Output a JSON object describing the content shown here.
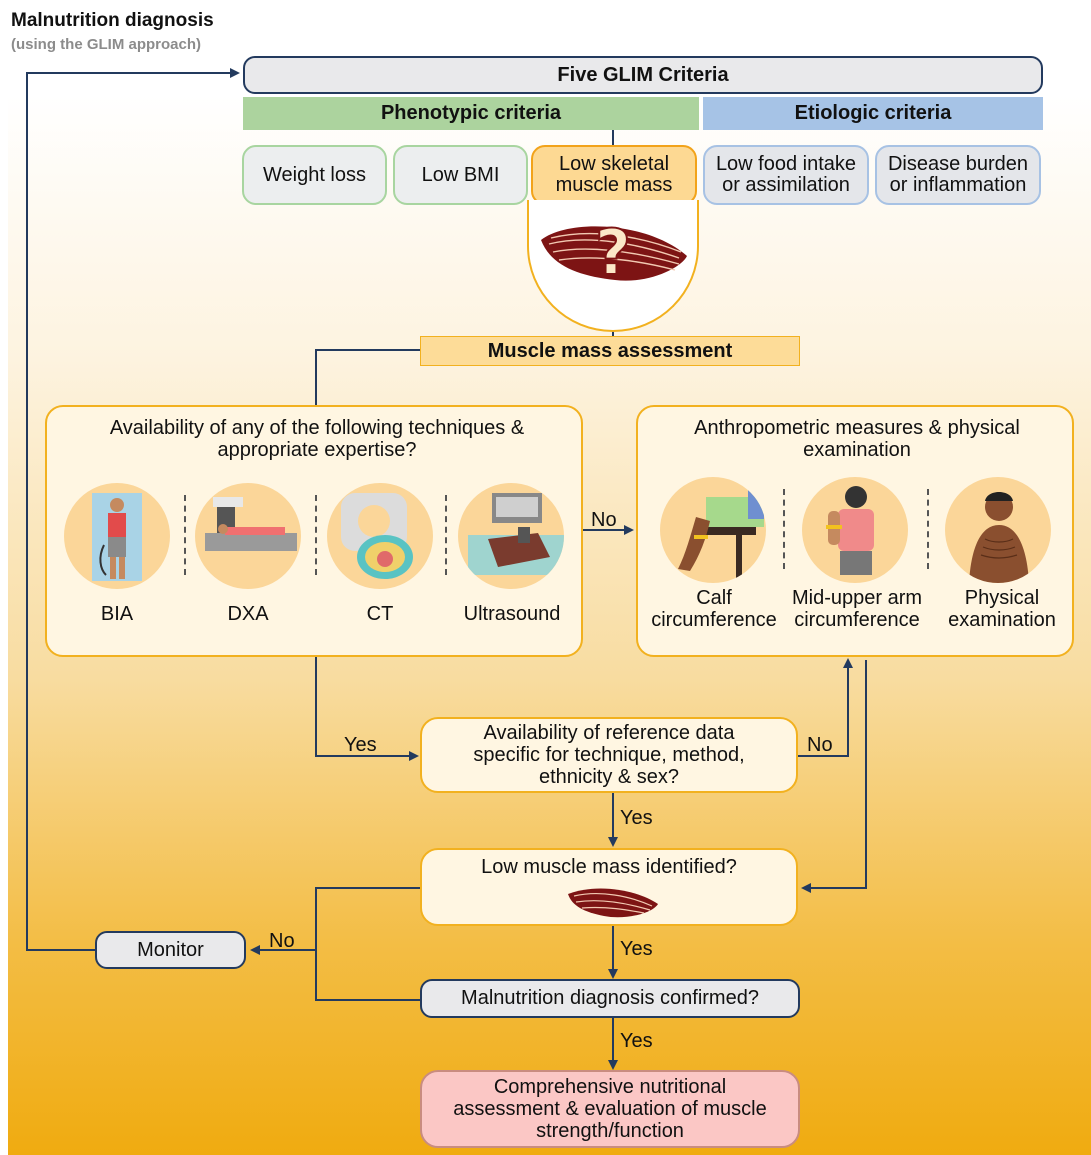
{
  "title": "Malnutrition diagnosis",
  "subtitle": "(using the GLIM approach)",
  "header": "Five GLIM Criteria",
  "phenotypic_label": "Phenotypic criteria",
  "etiologic_label": "Etiologic criteria",
  "criteria": {
    "weight_loss": "Weight loss",
    "low_bmi": "Low BMI",
    "low_skeletal_muscle_mass": "Low skeletal muscle mass",
    "low_food_intake": "Low food intake or assimilation",
    "disease_burden": "Disease burden or inflammation"
  },
  "muscle_mass_assessment": "Muscle mass assessment",
  "techniques_question": "Availability of any of the following techniques & appropriate expertise?",
  "techniques": [
    "BIA",
    "DXA",
    "CT",
    "Ultrasound"
  ],
  "anthropometric_title": "Anthropometric measures & physical examination",
  "anthropometric": [
    "Calf circumference",
    "Mid-upper arm circumference",
    "Physical examination"
  ],
  "reference_question": "Availability of reference data specific for technique, method, ethnicity & sex?",
  "low_muscle_question": "Low muscle mass identified?",
  "diagnosis_question": "Malnutrition diagnosis confirmed?",
  "monitor": "Monitor",
  "final": "Comprehensive nutritional assessment & evaluation of muscle strength/function",
  "flow_labels": {
    "yes": "Yes",
    "no": "No"
  },
  "colors": {
    "navy": "#233a5e",
    "phenotypic": "#acd39e",
    "etiologic": "#a6c3e6",
    "orange_border": "#f2b11f",
    "muscle": "#7d1414"
  }
}
